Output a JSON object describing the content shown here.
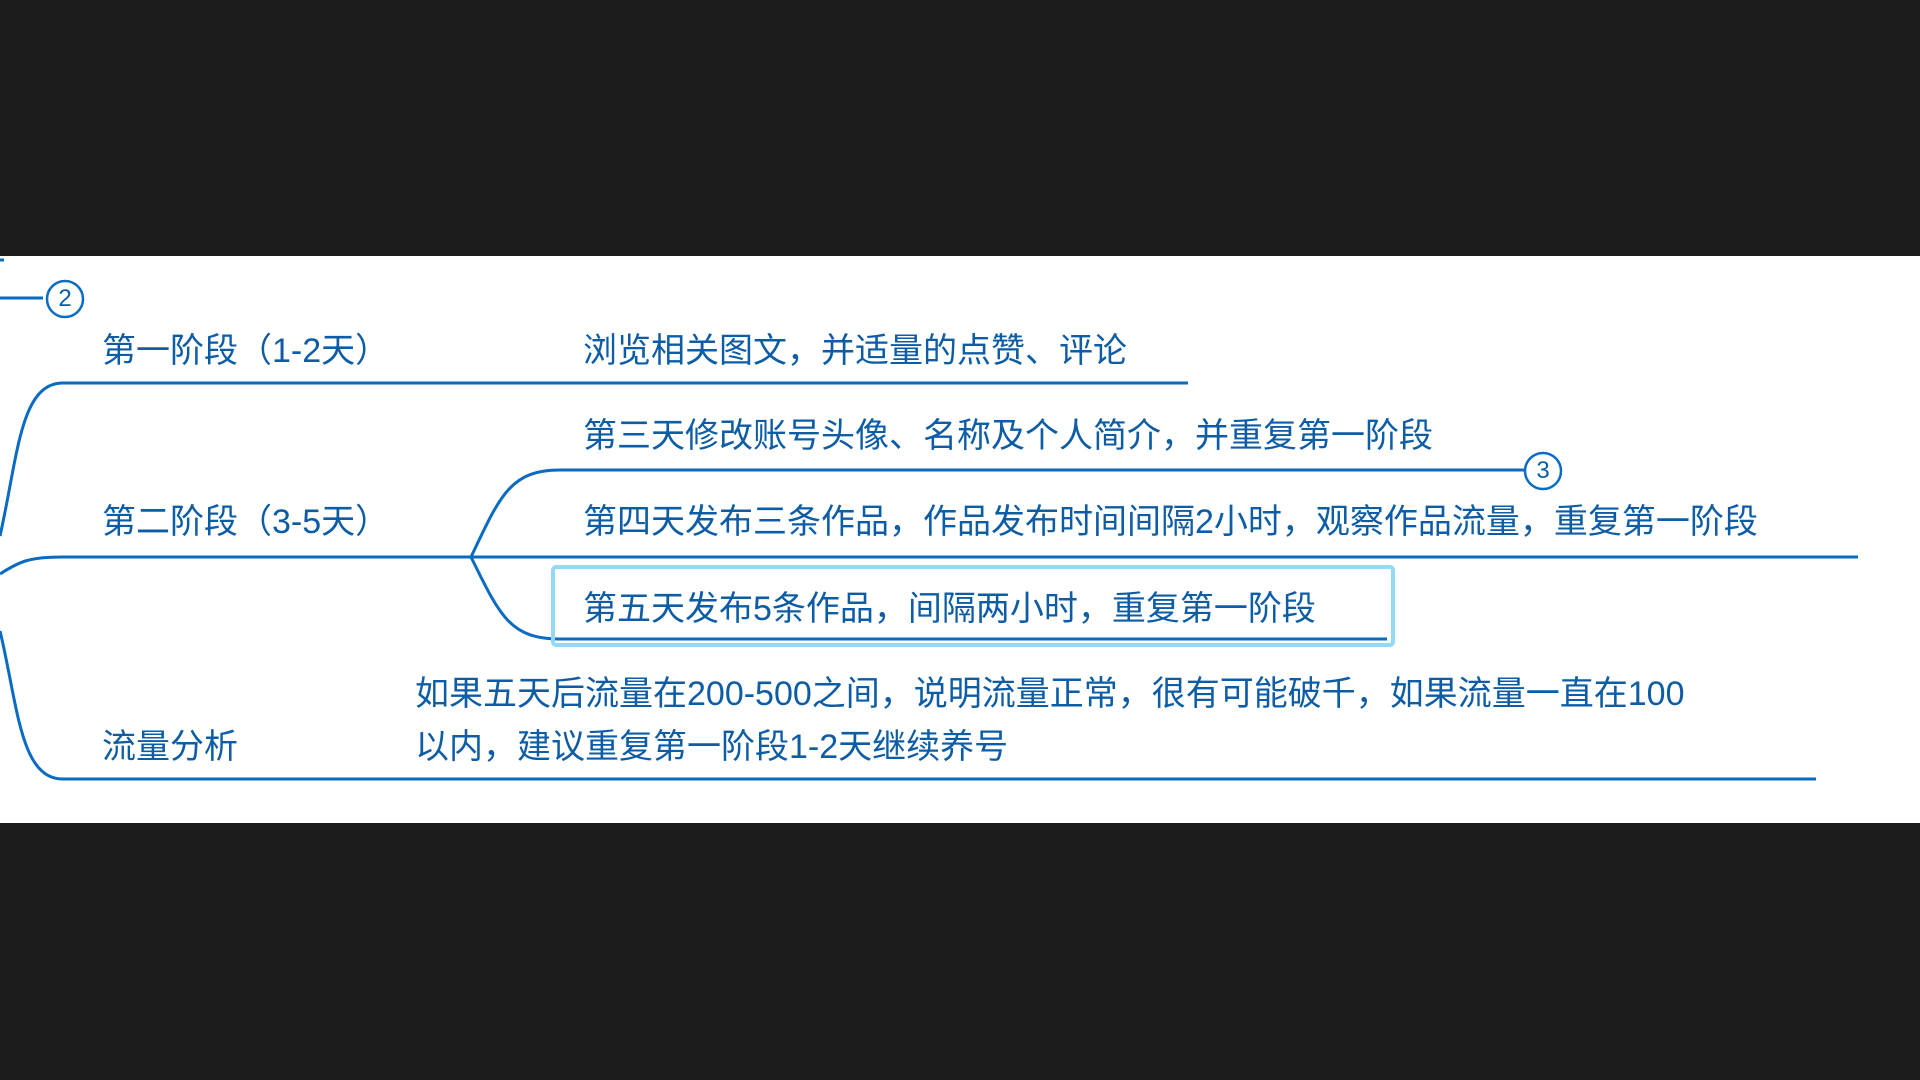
{
  "mindmap": {
    "collapse_badges": [
      "2",
      "3"
    ],
    "branches": [
      {
        "label": "第一阶段（1-2天）",
        "children": [
          "浏览相关图文，并适量的点赞、评论"
        ]
      },
      {
        "label": "第二阶段（3-5天）",
        "children": [
          "第三天修改账号头像、名称及个人简介，并重复第一阶段",
          "第四天发布三条作品，作品发布时间间隔2小时，观察作品流量，重复第一阶段",
          "第五天发布5条作品，间隔两小时，重复第一阶段"
        ],
        "selected_child": 2
      },
      {
        "label": "流量分析",
        "children": [
          "如果五天后流量在200-500之间，说明流量正常，很有可能破千，如果流量一直在100",
          "以内，建议重复第一阶段1-2天继续养号"
        ]
      }
    ]
  },
  "colors": {
    "line": "#0a6bc2",
    "text": "#0d5ca6",
    "selection": "#94d8f8",
    "background": "#1c1c1c"
  }
}
